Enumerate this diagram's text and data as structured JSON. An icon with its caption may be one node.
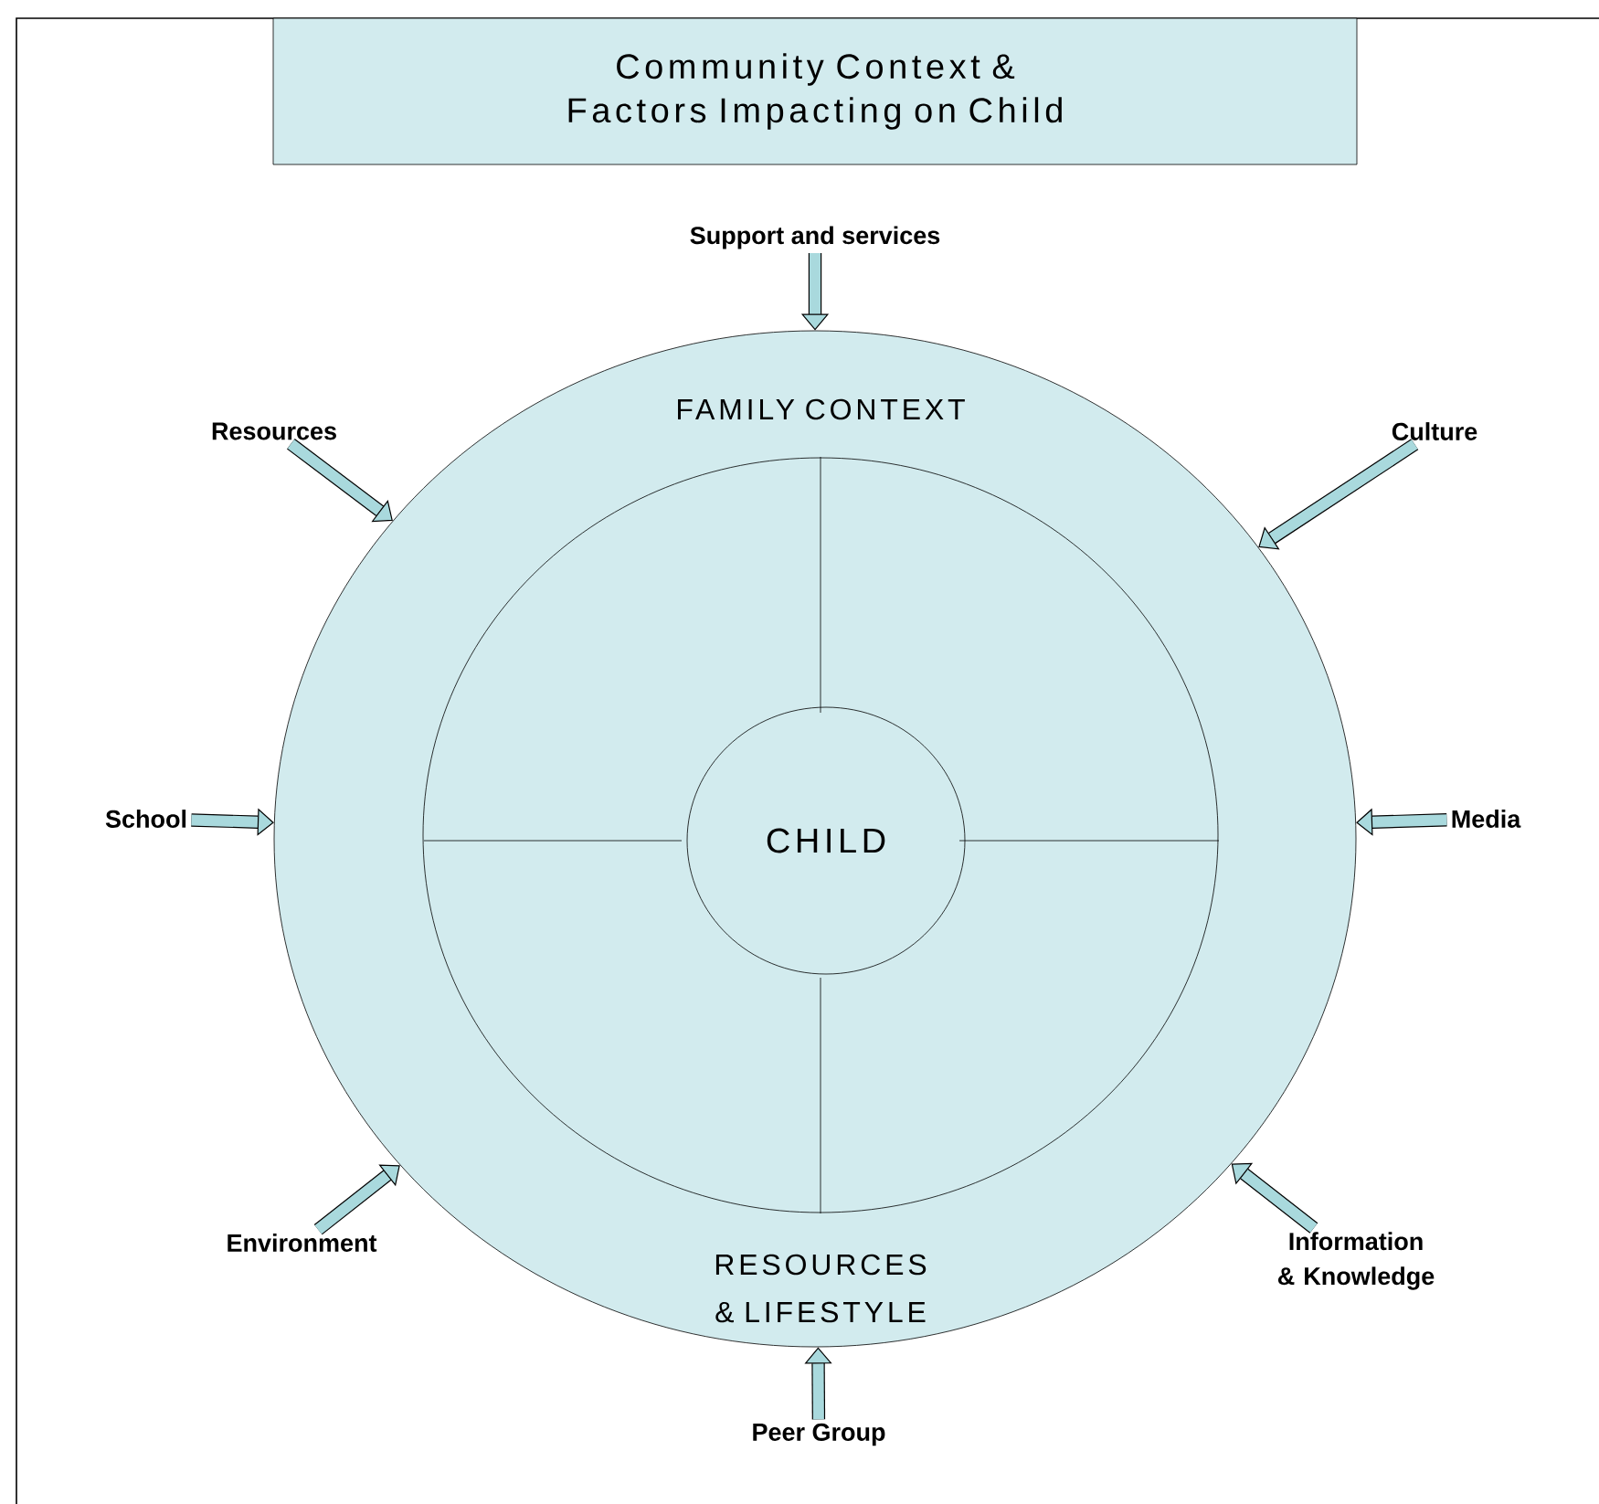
{
  "diagram": {
    "nodes": [
      {
        "text": [
          "Community Context & Factors Impacting on Child"
        ]
      },
      {
        "text": [
          "FAMILY CONTEXT",
          "RESOURCES & LIFESTYLE"
        ]
      },
      {
        "text": [],
        "shape": "circle",
        "in": 1
      },
      {
        "text": [
          "CHILD"
        ],
        "in": 2
      },
      {
        "text": [
          "Support and services"
        ]
      },
      {
        "text": [
          "Resources"
        ]
      },
      {
        "text": [
          "Culture"
        ]
      },
      {
        "text": [
          "School"
        ]
      },
      {
        "text": [
          "Media"
        ]
      },
      {
        "text": [
          "Environment"
        ]
      },
      {
        "text": [
          "Information & Knowledge"
        ]
      },
      {
        "text": [
          "Peer Group"
        ]
      }
    ],
    "edges": [
      {
        "from": 4,
        "to": 1,
        "arrow": "to"
      },
      {
        "from": 5,
        "to": 1,
        "arrow": "to"
      },
      {
        "from": 6,
        "to": 1,
        "arrow": "to"
      },
      {
        "from": 7,
        "to": 1,
        "arrow": "to"
      },
      {
        "from": 8,
        "to": 1,
        "arrow": "to"
      },
      {
        "from": 9,
        "to": 1,
        "arrow": "to"
      },
      {
        "from": 10,
        "to": 1,
        "arrow": "to"
      },
      {
        "from": 11,
        "to": 1,
        "arrow": "to"
      }
    ]
  }
}
